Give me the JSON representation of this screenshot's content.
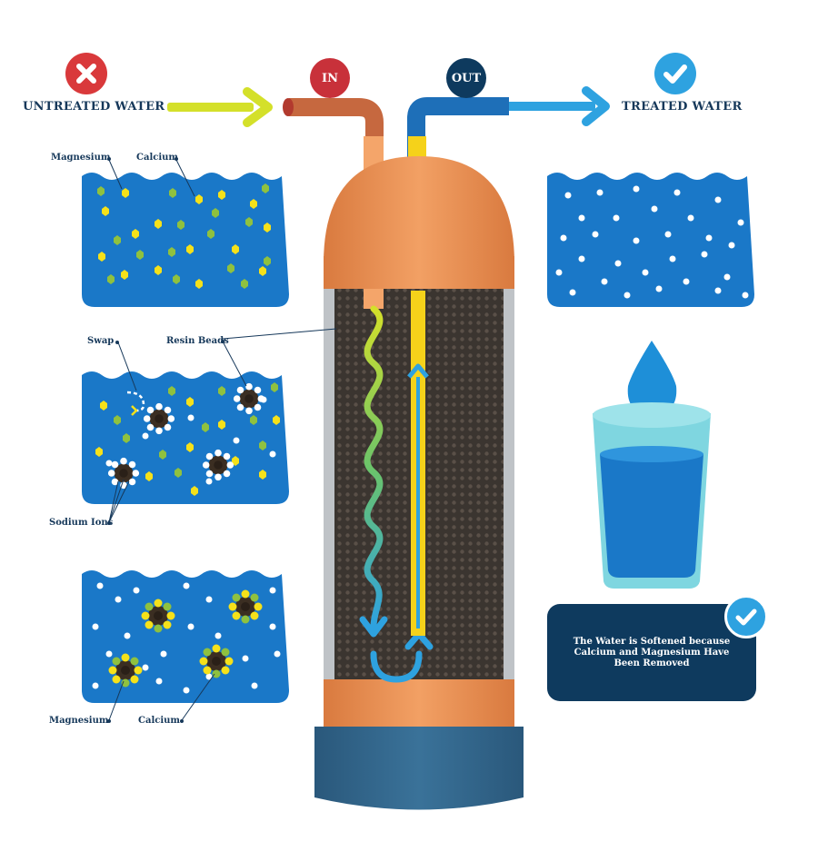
{
  "header": {
    "untreated_label": "UNTREATED WATER",
    "treated_label": "TREATED WATER",
    "in_label": "IN",
    "out_label": "OUT"
  },
  "labels": {
    "top_magnesium": "Magnesium",
    "top_calcium": "Calcium",
    "swap": "Swap",
    "resin_beads": "Resin Beads",
    "sodium_ions": "Sodium Ions",
    "bottom_magnesium": "Magnesium",
    "bottom_calcium": "Calcium"
  },
  "info_box": {
    "line1": "The Water is Softened because",
    "line2": "Calcium and Magnesium Have",
    "line3": "Been Removed"
  },
  "colors": {
    "bad": "#d9393b",
    "good": "#2ea2e0",
    "in_badge": "#c8313a",
    "out_badge": "#0e3a5e",
    "water": "#1a78c8",
    "tank": "#e38b4f",
    "base": "#2f5f82",
    "resin": "#3b3530",
    "calcium": "#f5e11a",
    "magnesium": "#8fc13f",
    "sodium": "#ffffff",
    "arrow_in": "#d4e02a"
  },
  "icons": {
    "untreated": "x-circle-icon",
    "treated": "check-circle-icon",
    "info": "check-circle-icon",
    "drop": "water-drop-icon",
    "glass": "water-glass-icon"
  }
}
